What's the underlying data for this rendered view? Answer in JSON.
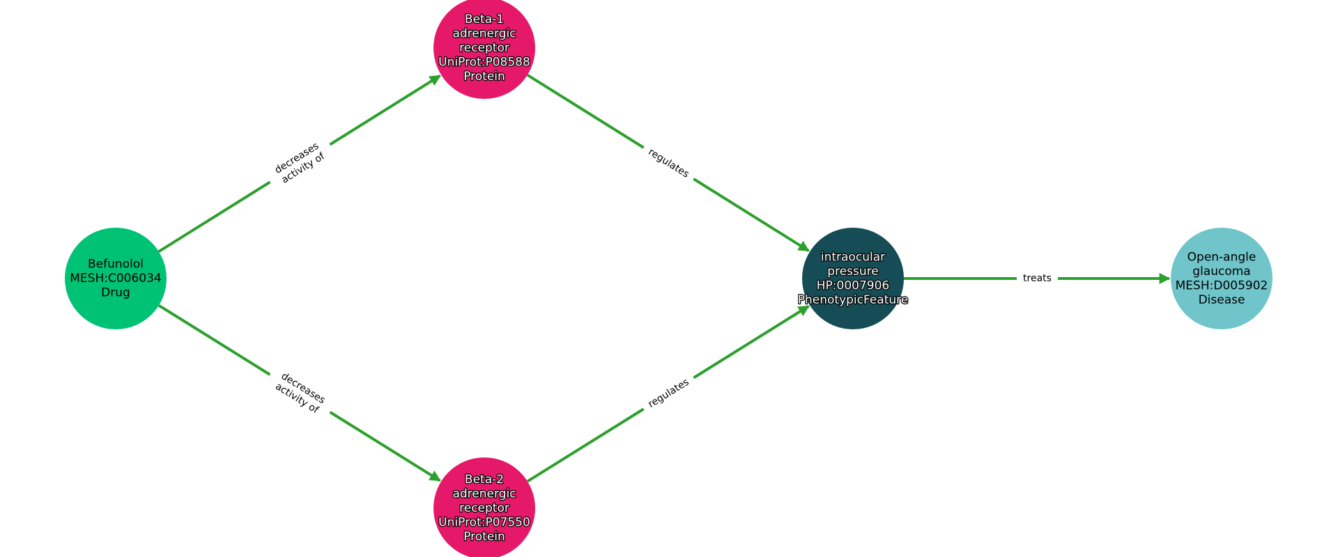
{
  "graph": {
    "nodes": [
      {
        "id": "befunolol",
        "lines": [
          "Befunolol",
          "MESH:C006034",
          "Drug"
        ],
        "color": "#00c274",
        "text_style": "plain"
      },
      {
        "id": "beta1",
        "lines": [
          "Beta-1",
          "adrenergic",
          "receptor",
          "UniProt:P08588",
          "Protein"
        ],
        "color": "#e6186a",
        "text_style": "outlined"
      },
      {
        "id": "beta2",
        "lines": [
          "Beta-2",
          "adrenergic",
          "receptor",
          "UniProt:P07550",
          "Protein"
        ],
        "color": "#e6186a",
        "text_style": "outlined"
      },
      {
        "id": "iop",
        "lines": [
          "intraocular",
          "pressure",
          "HP:0007906",
          "PhenotypicFeature"
        ],
        "color": "#154c55",
        "text_style": "outlined"
      },
      {
        "id": "glaucoma",
        "lines": [
          "Open-angle",
          "glaucoma",
          "MESH:D005902",
          "Disease"
        ],
        "color": "#70c5ca",
        "text_style": "plain"
      }
    ],
    "edges": [
      {
        "source": "befunolol",
        "target": "beta1",
        "label_lines": [
          "decreases",
          "activity of"
        ]
      },
      {
        "source": "befunolol",
        "target": "beta2",
        "label_lines": [
          "decreases",
          "activity of"
        ]
      },
      {
        "source": "beta1",
        "target": "iop",
        "label_lines": [
          "regulates"
        ]
      },
      {
        "source": "beta2",
        "target": "iop",
        "label_lines": [
          "regulates"
        ]
      },
      {
        "source": "iop",
        "target": "glaucoma",
        "label_lines": [
          "treats"
        ]
      }
    ],
    "edge_color": "#2ca02c"
  }
}
